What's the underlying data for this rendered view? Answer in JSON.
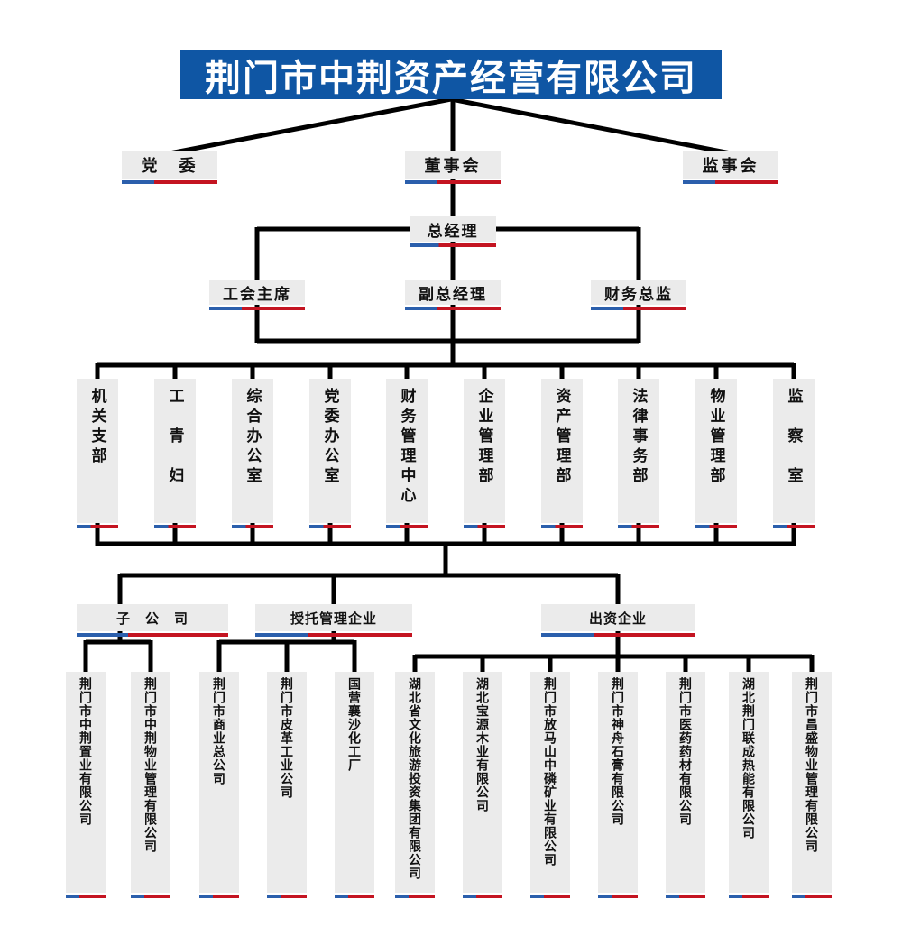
{
  "title": "荆门市中荆资产经营有限公司",
  "colors": {
    "banner_blue": "#0f56a4",
    "underline_blue": "#2b5fac",
    "underline_red": "#c41421",
    "box_gray": "#ebebeb",
    "line_black": "#000000"
  },
  "governance": {
    "party": "党　委",
    "board": "董事会",
    "supervisors": "监事会"
  },
  "management": {
    "gm": "总经理",
    "union_chair": "工会主席",
    "deputy_gm": "副总经理",
    "cfo": "财务总监"
  },
  "departments": [
    "机关支部",
    "工　青　妇",
    "综合办公室",
    "党委办公室",
    "财务管理中心",
    "企业管理部",
    "资产管理部",
    "法律事务部",
    "物业管理部",
    "监　察　室"
  ],
  "groups": [
    {
      "label": "子　公　司",
      "companies": [
        "荆门市中荆置业有限公司",
        "荆门市中荆物业管理有限公司"
      ]
    },
    {
      "label": "授托管理企业",
      "companies": [
        "荆门市商业总公司",
        "荆门市皮革工业公司",
        "国营襄沙化工厂"
      ]
    },
    {
      "label": "出资企业",
      "companies": [
        "湖北省文化旅游投资集团有限公司",
        "湖北宝源木业有限公司",
        "荆门市放马山中磷矿业有限公司",
        "荆门市神舟石膏有限公司",
        "荆门市医药药材有限公司",
        "湖北荆门联成热能有限公司",
        "荆门市昌盛物业管理有限公司"
      ]
    }
  ]
}
